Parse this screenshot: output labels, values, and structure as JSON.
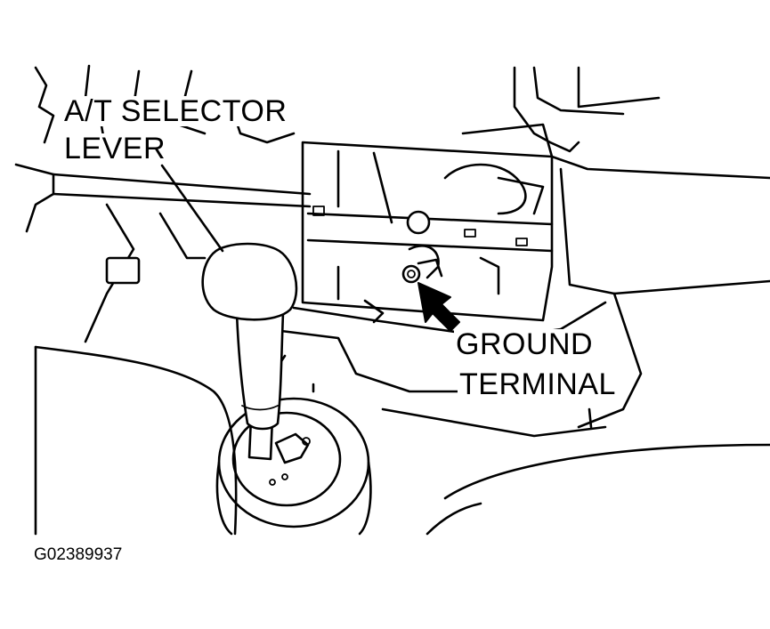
{
  "labels": {
    "selector_line1": "A/T SELECTOR",
    "selector_line2": "LEVER",
    "ground_line1": "GROUND",
    "ground_line2": "TERMINAL"
  },
  "figure_code": "G02389937",
  "colors": {
    "ink": "#000000",
    "paper": "#ffffff"
  }
}
